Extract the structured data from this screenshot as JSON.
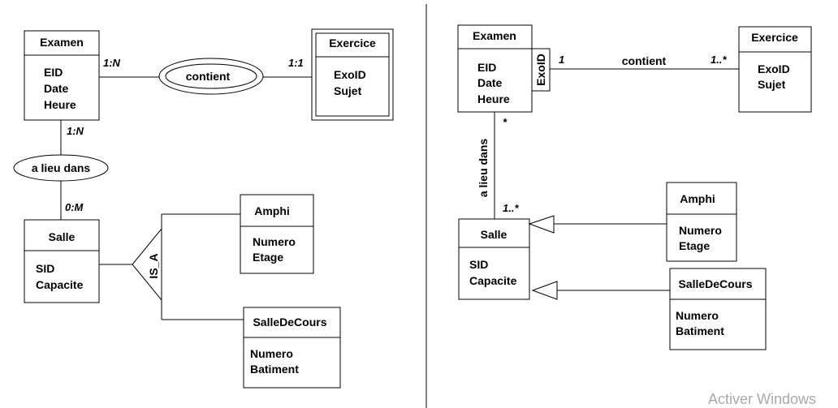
{
  "left": {
    "examen": {
      "name": "Examen",
      "attrs": [
        "EID",
        "Date",
        "Heure"
      ]
    },
    "exercice": {
      "name": "Exercice",
      "attrs": [
        "ExoID",
        "Sujet"
      ]
    },
    "salle": {
      "name": "Salle",
      "attrs": [
        "SID",
        "Capacite"
      ]
    },
    "amphi": {
      "name": "Amphi",
      "attrs": [
        "Numero",
        "Etage"
      ]
    },
    "salledecours": {
      "name": "SalleDeCours",
      "attrs": [
        "Numero",
        "Batiment"
      ]
    },
    "contient": {
      "label": "contient",
      "card_examen": "1:N",
      "card_exercice": "1:1"
    },
    "a_lieu_dans": {
      "label": "a lieu dans",
      "card_examen": "1:N",
      "card_salle": "0:M"
    },
    "isa_label": "IS_A"
  },
  "right": {
    "examen": {
      "name": "Examen",
      "attrs": [
        "EID",
        "Date",
        "Heure"
      ],
      "qualifier": "ExoID"
    },
    "exercice": {
      "name": "Exercice",
      "attrs": [
        "ExoID",
        "Sujet"
      ]
    },
    "salle": {
      "name": "Salle",
      "attrs": [
        "SID",
        "Capacite"
      ]
    },
    "amphi": {
      "name": "Amphi",
      "attrs": [
        "Numero",
        "Etage"
      ]
    },
    "salledecours": {
      "name": "SalleDeCours",
      "attrs": [
        "Numero",
        "Batiment"
      ]
    },
    "contient": {
      "label": "contient",
      "mult_examen": "1",
      "mult_exercice": "1..*"
    },
    "a_lieu_dans": {
      "label": "a lieu dans",
      "mult_examen": "*",
      "mult_salle": "1..*"
    }
  },
  "watermark": "Activer Windows"
}
